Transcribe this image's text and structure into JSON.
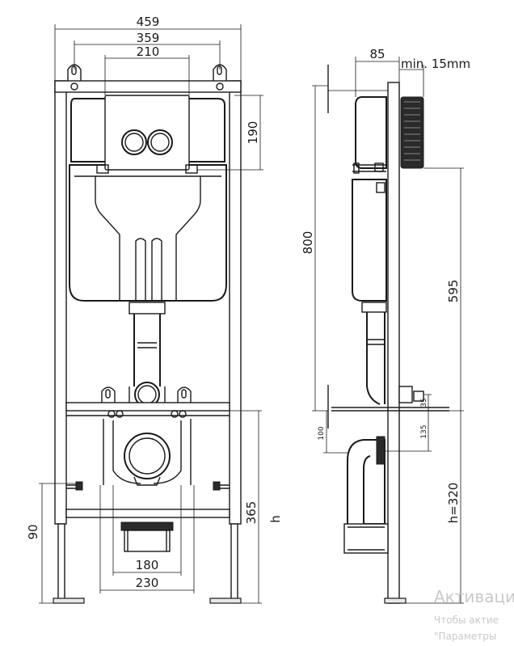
{
  "dimensions": {
    "width_459": "459",
    "width_359": "359",
    "width_210": "210",
    "width_85": "85",
    "min_15": "min. 15mm",
    "height_190": "190",
    "height_800": "800",
    "height_595": "595",
    "height_90": "90",
    "height_365": "365",
    "height_h": "h",
    "width_180": "180",
    "width_230": "230",
    "side_100": "100",
    "side_35": "35",
    "side_135": "135",
    "side_h320": "h=320"
  },
  "watermark": {
    "title": "Активаци",
    "line1": "Чтобы актие",
    "line2": "\"Параметры"
  }
}
